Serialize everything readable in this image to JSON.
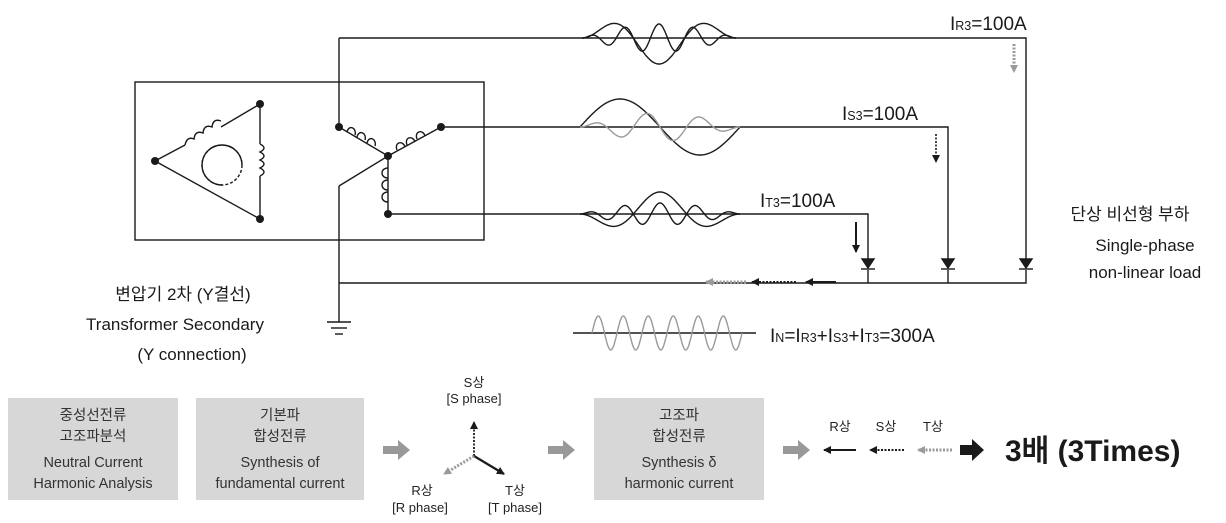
{
  "currents": {
    "r3": {
      "prefix": "I",
      "sub": "R3",
      "rest": "=100A"
    },
    "s3": {
      "prefix": "I",
      "sub": "S3",
      "rest": "=100A"
    },
    "t3": {
      "prefix": "I",
      "sub": "T3",
      "rest": "=100A"
    },
    "neutral": [
      {
        "t": "I",
        "sub": false
      },
      {
        "t": "N",
        "sub": true
      },
      {
        "t": "=I",
        "sub": false
      },
      {
        "t": "R3",
        "sub": true
      },
      {
        "t": "+I",
        "sub": false
      },
      {
        "t": "S3",
        "sub": true
      },
      {
        "t": "+I",
        "sub": false
      },
      {
        "t": "T3",
        "sub": true
      },
      {
        "t": "=300A",
        "sub": false
      }
    ]
  },
  "load": {
    "ko": "단상 비선형 부하",
    "en1": "Single-phase",
    "en2": "non-linear load"
  },
  "transformer": {
    "ko": "변압기 2차 (Y결선)",
    "en1": "Transformer Secondary",
    "en2": "(Y connection)"
  },
  "flow": {
    "box1": {
      "line1": "중성선전류",
      "line2": "고조파분석",
      "line3": "Neutral Current",
      "line4": "Harmonic Analysis"
    },
    "box2": {
      "line1": "기본파",
      "line2": "합성전류",
      "line3": "Synthesis of",
      "line4": "fundamental current"
    },
    "phasor": {
      "s_label": "S상",
      "s_sub": "[S phase]",
      "r_label": "R상",
      "r_sub": "[R phase]",
      "t_label": "T상",
      "t_sub": "[T phase]"
    },
    "box3": {
      "line1": "고조파",
      "line2": "합성전류",
      "line3": "Synthesis δ",
      "line4": "harmonic current"
    },
    "legend": {
      "r": "R상",
      "s": "S상",
      "t": "T상"
    },
    "result": "3배 (3Times)"
  },
  "colors": {
    "line": "#1a1a1a",
    "box": "#d7d7d7",
    "gray": "#9a9a9a",
    "arrow": "#999999"
  }
}
